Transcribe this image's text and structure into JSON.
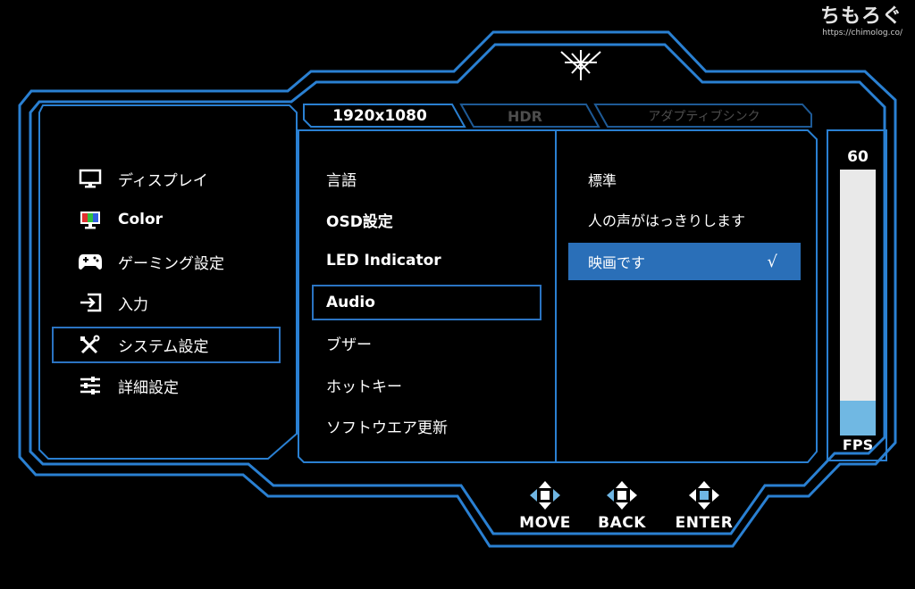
{
  "watermark": {
    "text": "ちもろぐ",
    "url": "https://chimolog.co/"
  },
  "tabs": {
    "resolution": "1920x1080",
    "hdr": "HDR",
    "adaptive_sync": "アダプティブシンク"
  },
  "menu": {
    "items": [
      {
        "label": "ディスプレイ",
        "icon": "monitor-icon"
      },
      {
        "label": "Color",
        "icon": "color-monitor-icon"
      },
      {
        "label": "ゲーミング設定",
        "icon": "gamepad-icon"
      },
      {
        "label": "入力",
        "icon": "input-icon"
      },
      {
        "label": "システム設定",
        "icon": "wrench-screwdriver-icon"
      },
      {
        "label": "詳細設定",
        "icon": "sliders-icon"
      }
    ],
    "selected": "システム設定"
  },
  "submenu": {
    "items": [
      "言語",
      "OSD設定",
      "LED Indicator",
      "Audio",
      "ブザー",
      "ホットキー",
      "ソフトウエア更新"
    ],
    "selected": "Audio"
  },
  "options": {
    "items": [
      "標準",
      "人の声がはっきりします",
      "映画です"
    ],
    "selected": "映画です",
    "check_mark": "√"
  },
  "fps": {
    "value": "60",
    "label": "FPS",
    "fill_fraction": 0.13
  },
  "nav": {
    "move": "MOVE",
    "back": "BACK",
    "enter": "ENTER"
  },
  "colors": {
    "frame_blue": "#2a7fd0",
    "highlight": "#2a6fb8",
    "fps_fill": "#70b8e3"
  }
}
